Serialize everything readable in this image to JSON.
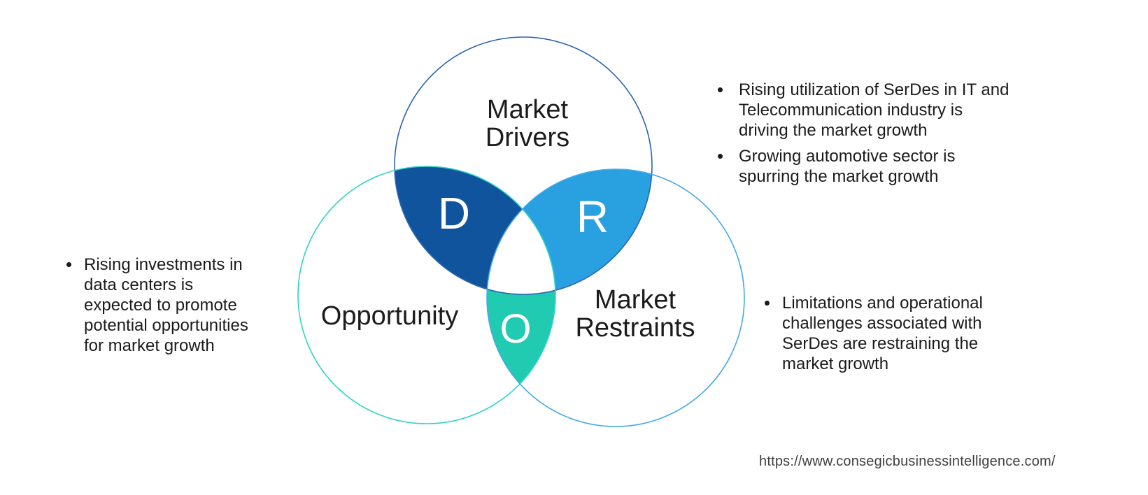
{
  "venn": {
    "circles": {
      "drivers": {
        "label_lines": [
          "Market",
          "Drivers"
        ],
        "letter": "D"
      },
      "opportunity": {
        "label_lines": [
          "Opportunity"
        ],
        "letter": "O"
      },
      "restraints": {
        "label_lines": [
          "Market",
          "Restraints"
        ],
        "letter": "R"
      }
    },
    "colors": {
      "drivers_overlap_fill": "#11549e",
      "restraints_overlap_fill": "#29a1e1",
      "opportunity_overlap_fill": "#20cbb1",
      "center_fill": "#ffffff",
      "drivers_stroke": "#2d64ae",
      "opportunity_stroke": "#2cd5c4",
      "restraints_stroke": "#44a9e8",
      "label_text": "#1c1c1c",
      "letter_text": "#ffffff",
      "bullet_text": "#1b1b1b"
    }
  },
  "annotations": {
    "drivers_bullets": [
      {
        "lines": [
          "Rising utilization of SerDes in IT and",
          "Telecommunication industry is",
          "driving the market growth"
        ]
      },
      {
        "lines": [
          "Growing automotive sector is",
          "spurring the market growth"
        ]
      }
    ],
    "opportunity_bullets": [
      {
        "lines": [
          "Rising investments in",
          "data centers is",
          "expected to promote",
          "potential opportunities",
          "for market growth"
        ]
      }
    ],
    "restraints_bullets": [
      {
        "lines": [
          "Limitations and operational",
          "challenges associated with",
          "SerDes are restraining the",
          "market growth"
        ]
      }
    ]
  },
  "footer": {
    "source_url": "https://www.consegicbusinessintelligence.com/"
  }
}
